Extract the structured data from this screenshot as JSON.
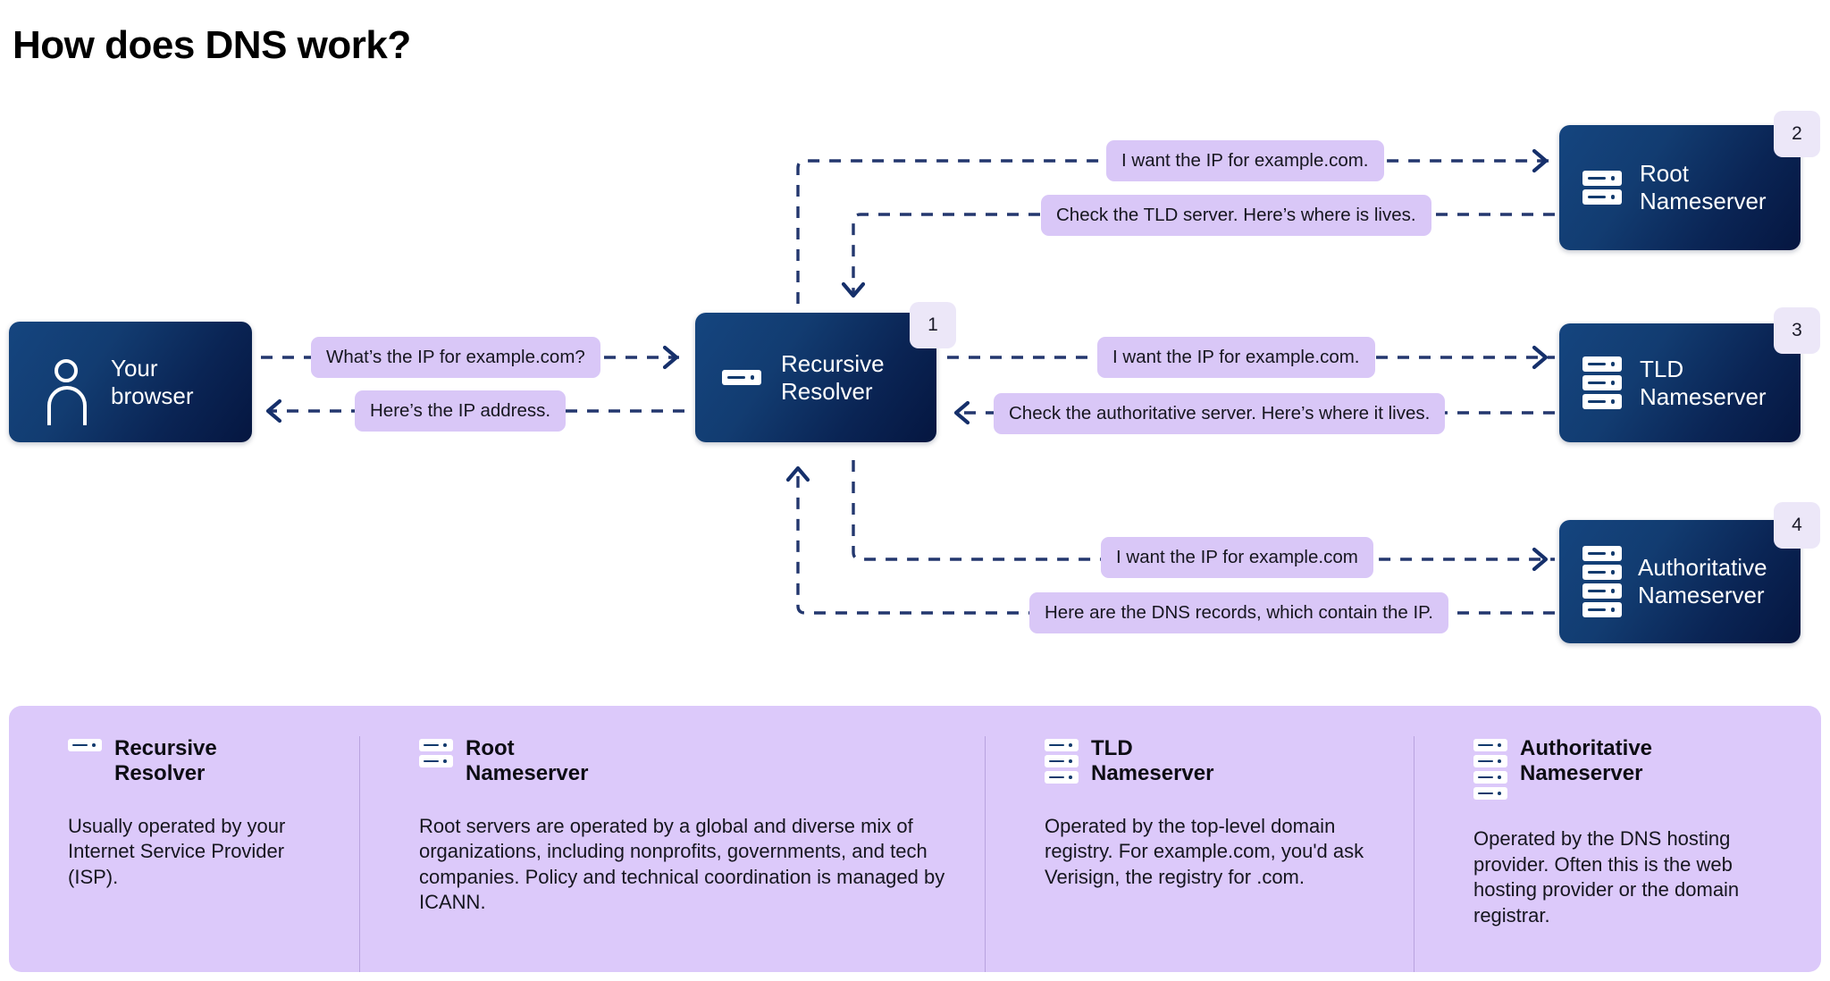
{
  "page": {
    "title": "How does DNS work?",
    "colors": {
      "node_gradient_start": "#15457f",
      "node_gradient_end": "#051640",
      "pill_background": "#d9c7f7",
      "badge_background": "#ece7f8",
      "legend_background": "#dcc9fa",
      "wire": "#23376e",
      "text_dark": "#16161f",
      "text_light": "#ffffff"
    }
  },
  "nodes": {
    "browser": {
      "label": "Your\nbrowser",
      "icon": "person-icon",
      "badge": ""
    },
    "resolver": {
      "label": "Recursive\nResolver",
      "icon": "server-1-icon",
      "badge": "1"
    },
    "root": {
      "label": "Root\nNameserver",
      "icon": "server-2-icon",
      "badge": "2"
    },
    "tld": {
      "label": "TLD\nNameserver",
      "icon": "server-3-icon",
      "badge": "3"
    },
    "auth": {
      "label": "Authoritative\nNameserver",
      "icon": "server-4-icon",
      "badge": "4"
    }
  },
  "messages": {
    "browser_to_resolver": "What’s the IP for example.com?",
    "resolver_to_browser": "Here’s the IP address.",
    "resolver_to_root": "I want the IP for example.com.",
    "root_to_resolver": "Check the TLD server. Here’s where is lives.",
    "resolver_to_tld": "I want the IP for example.com.",
    "tld_to_resolver": "Check the authoritative server. Here’s where it lives.",
    "resolver_to_auth": "I want the IP for example.com",
    "auth_to_resolver": "Here are the DNS records, which contain the IP."
  },
  "legend": {
    "items": [
      {
        "title": "Recursive\nResolver",
        "icon": "server-1-icon",
        "units": 1,
        "description": "Usually operated by your Internet Service Provider (ISP)."
      },
      {
        "title": "Root\nNameserver",
        "icon": "server-2-icon",
        "units": 2,
        "description": "Root servers are operated by a global and diverse mix of organizations, including nonprofits, governments, and tech companies. Policy and technical coordination is managed by ICANN."
      },
      {
        "title": "TLD\nNameserver",
        "icon": "server-3-icon",
        "units": 3,
        "description": "Operated by the top-level domain registry. For example.com, you'd ask Verisign, the registry for .com."
      },
      {
        "title": "Authoritative\nNameserver",
        "icon": "server-4-icon",
        "units": 4,
        "description": "Operated by the DNS hosting provider. Often this is the web hosting provider or the domain registrar."
      }
    ]
  }
}
